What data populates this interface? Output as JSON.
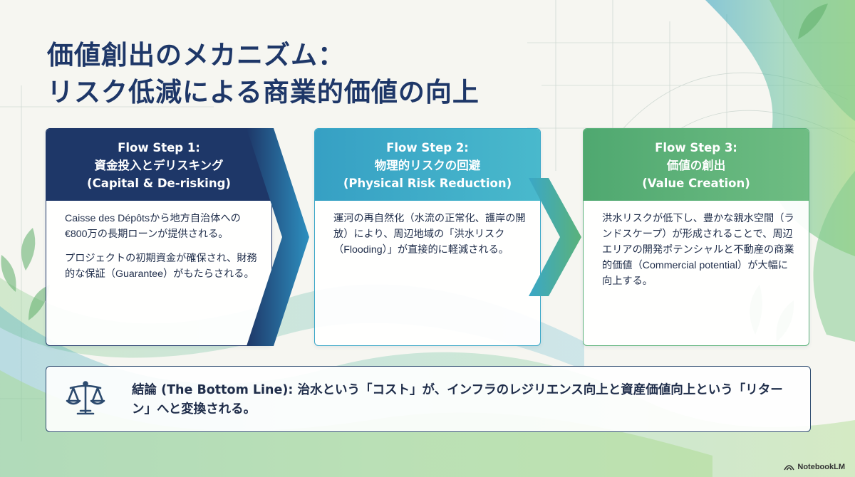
{
  "title": {
    "line1": "価値創出のメカニズム：",
    "line2": "リスク低減による商業的価値の向上"
  },
  "steps": [
    {
      "step": "Flow Step 1:",
      "title_ja": "資金投入とデリスキング",
      "title_en": "(Capital & De-risking)",
      "paragraphs": [
        "Caisse des Dépôtsから地方自治体への€800万の長期ローンが提供される。",
        "プロジェクトの初期資金が確保され、財務的な保証（Guarantee）がもたらされる。"
      ]
    },
    {
      "step": "Flow Step 2:",
      "title_ja": "物理的リスクの回避",
      "title_en": "(Physical Risk Reduction)",
      "paragraphs": [
        "運河の再自然化（水流の正常化、護岸の開放）により、周辺地域の「洪水リスク（Flooding）」が直接的に軽減される。"
      ]
    },
    {
      "step": "Flow Step 3:",
      "title_ja": "価値の創出",
      "title_en": "(Value Creation)",
      "paragraphs": [
        "洪水リスクが低下し、豊かな親水空間（ランドスケープ）が形成されることで、周辺エリアの開発ポテンシャルと不動産の商業的価値（Commercial potential）が大幅に向上する。"
      ]
    }
  ],
  "bottom_line": {
    "text": "結論 (The Bottom Line): 治水という「コスト」が、インフラのレジリエンス向上と資産価値向上という「リターン」へと変換される。",
    "icon": "scale-icon"
  },
  "brand": {
    "name": "NotebookLM",
    "icon": "notebooklm-logo-icon"
  },
  "colors": {
    "navy": "#1e3768",
    "teal": "#3aa7c7",
    "green": "#5bb27a",
    "background": "#f6f6f1"
  }
}
